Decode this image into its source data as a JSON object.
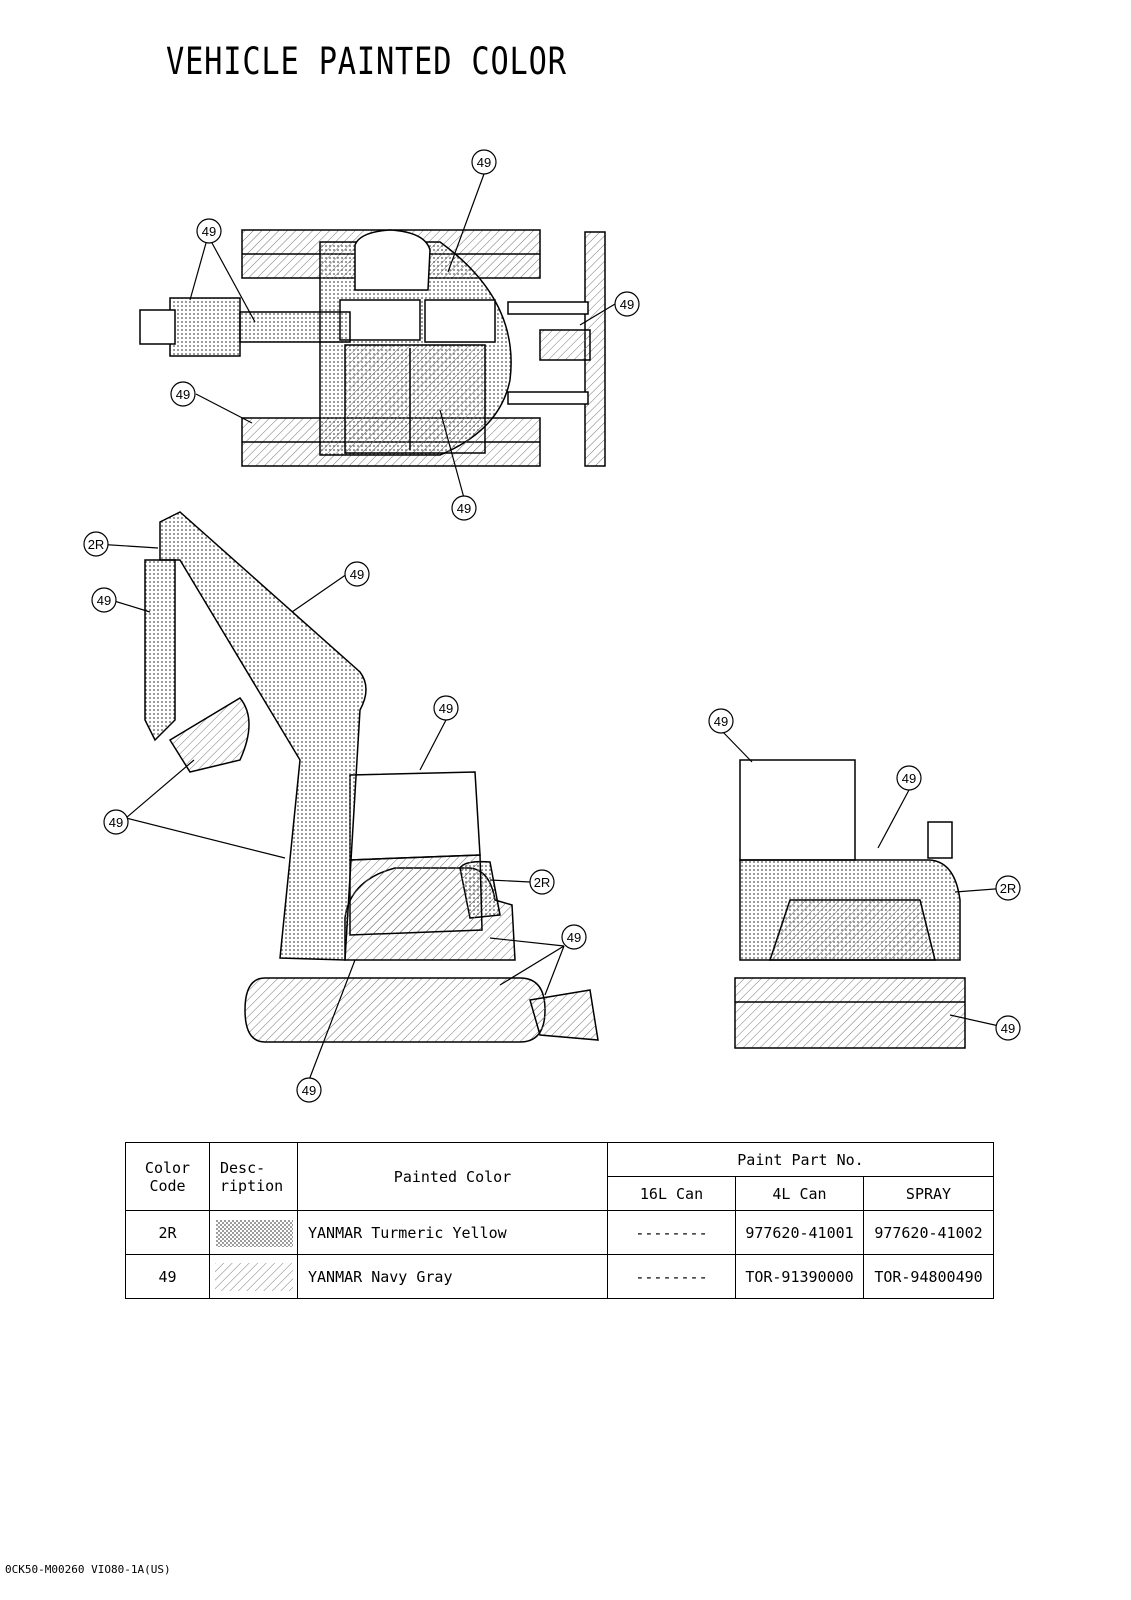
{
  "title": "VEHICLE PAINTED COLOR",
  "callouts": {
    "c49": "49",
    "c2r": "2R"
  },
  "table": {
    "headers": {
      "color_code": [
        "Color",
        "Code"
      ],
      "description": [
        "Desc-",
        "ription"
      ],
      "painted_color": "Painted Color",
      "paint_part_no": "Paint Part No.",
      "can16": "16L Can",
      "can4": "4L Can",
      "spray": "SPRAY"
    },
    "rows": [
      {
        "code": "2R",
        "swatch": "dots",
        "color_name": "YANMAR Turmeric Yellow",
        "can16": "--------",
        "can4": "977620-41001",
        "spray": "977620-41002"
      },
      {
        "code": "49",
        "swatch": "hatch",
        "color_name": "YANMAR Navy Gray",
        "can16": "--------",
        "can4": "TOR-91390000",
        "spray": "TOR-94800490"
      }
    ]
  },
  "footer": "0CK50-M00260 VIO80-1A(US)"
}
